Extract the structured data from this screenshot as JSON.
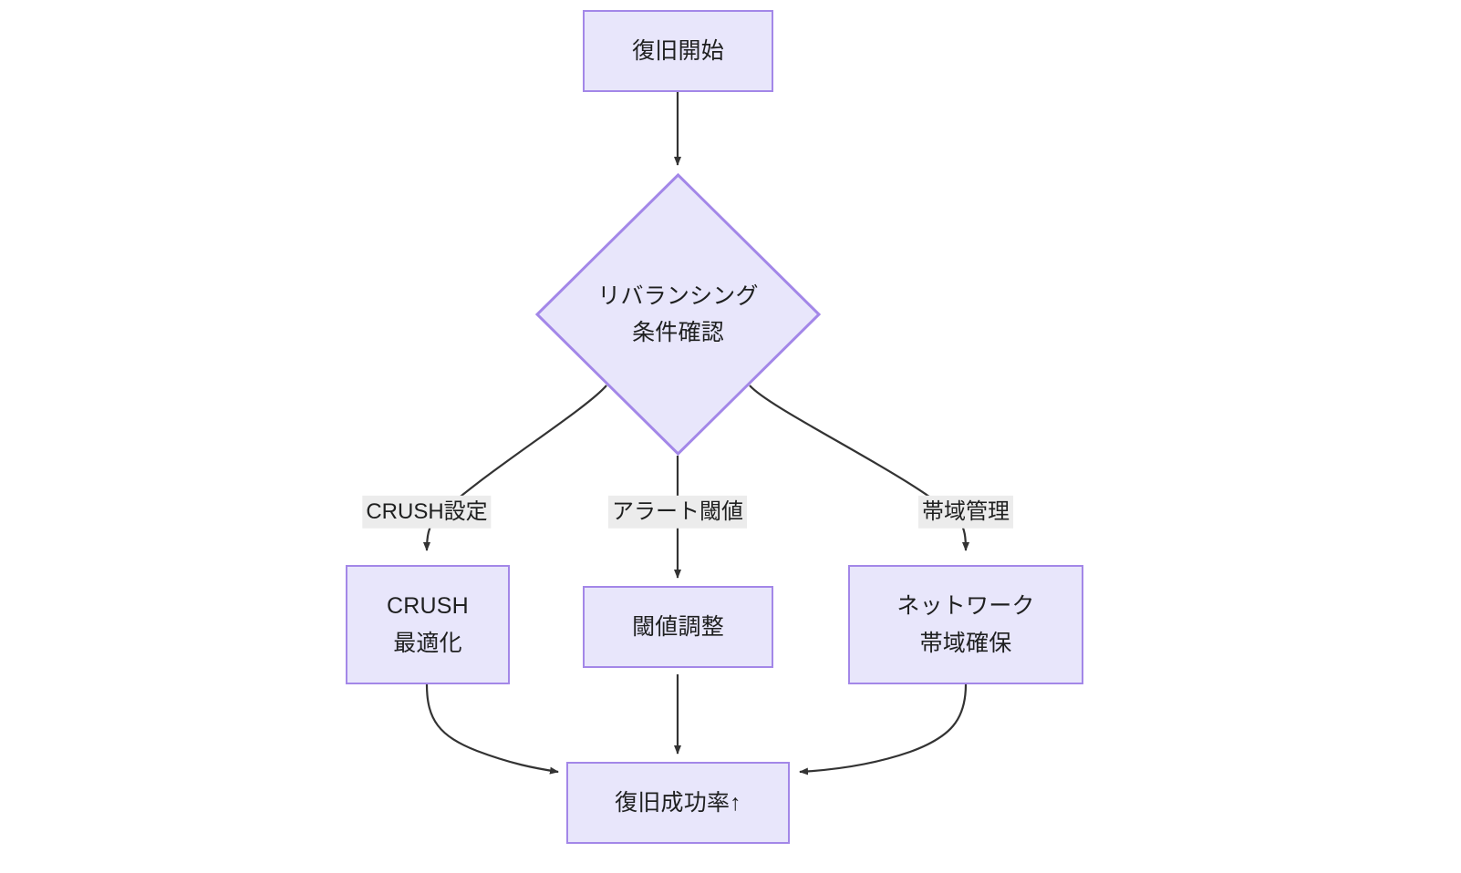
{
  "diagram": {
    "type": "flowchart",
    "direction": "top-down",
    "background_color": "#ffffff",
    "node_fill_color": "#e8e6fb",
    "node_border_color": "#a387e8",
    "edge_color": "#333333",
    "edge_label_background": "#ececec",
    "text_color": "#1f2020"
  },
  "nodes": {
    "start": {
      "id": "start",
      "shape": "rectangle",
      "lines": [
        "復旧開始"
      ]
    },
    "decision": {
      "id": "decision",
      "shape": "diamond",
      "lines": [
        "リバランシング",
        "条件確認"
      ]
    },
    "crush": {
      "id": "crush",
      "shape": "rectangle",
      "lines": [
        "CRUSH",
        "最適化"
      ]
    },
    "threshold": {
      "id": "threshold",
      "shape": "rectangle",
      "lines": [
        "閾値調整"
      ]
    },
    "network": {
      "id": "network",
      "shape": "rectangle",
      "lines": [
        "ネットワーク",
        "帯域確保"
      ]
    },
    "result": {
      "id": "result",
      "shape": "rectangle",
      "lines": [
        "復旧成功率↑"
      ]
    }
  },
  "edges": [
    {
      "from": "start",
      "to": "decision",
      "label": ""
    },
    {
      "from": "decision",
      "to": "crush",
      "label": "CRUSH設定"
    },
    {
      "from": "decision",
      "to": "threshold",
      "label": "アラート閾値"
    },
    {
      "from": "decision",
      "to": "network",
      "label": "帯域管理"
    },
    {
      "from": "crush",
      "to": "result",
      "label": ""
    },
    {
      "from": "threshold",
      "to": "result",
      "label": ""
    },
    {
      "from": "network",
      "to": "result",
      "label": ""
    }
  ],
  "edge_labels": {
    "crush_branch": "CRUSH設定",
    "threshold_branch": "アラート閾値",
    "network_branch": "帯域管理"
  }
}
